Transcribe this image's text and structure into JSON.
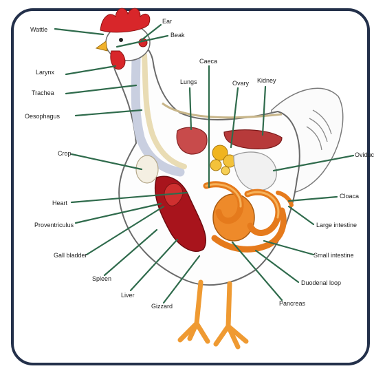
{
  "diagram": {
    "labels": {
      "wattle": "Wattle",
      "ear": "Ear",
      "beak": "Beak",
      "larynx": "Larynx",
      "trachea": "Trachea",
      "oesophagus": "Oesophagus",
      "caeca": "Caeca",
      "lungs": "Lungs",
      "ovary": "Ovary",
      "kidney": "Kidney",
      "oviduct": "Oviduct",
      "crop": "Crop",
      "cloaca": "Cloaca",
      "heart": "Heart",
      "proventriculus": "Proventriculus",
      "large_intestine": "Large intestine",
      "gall_bladder": "Gall bladder",
      "small_intestine": "Small intestine",
      "spleen": "Spleen",
      "duodenal_loop": "Duodenal loop",
      "liver": "Liver",
      "gizzard": "Gizzard",
      "pancreas": "Pancreas"
    },
    "colors": {
      "frame": "#23304a",
      "leader": "#2f6b4c",
      "comb": "#d8262a",
      "liver": "#a8141c",
      "intestine": "#ee8a2a",
      "legs": "#ef9a32",
      "body_fill": "#fdfdfd"
    }
  }
}
